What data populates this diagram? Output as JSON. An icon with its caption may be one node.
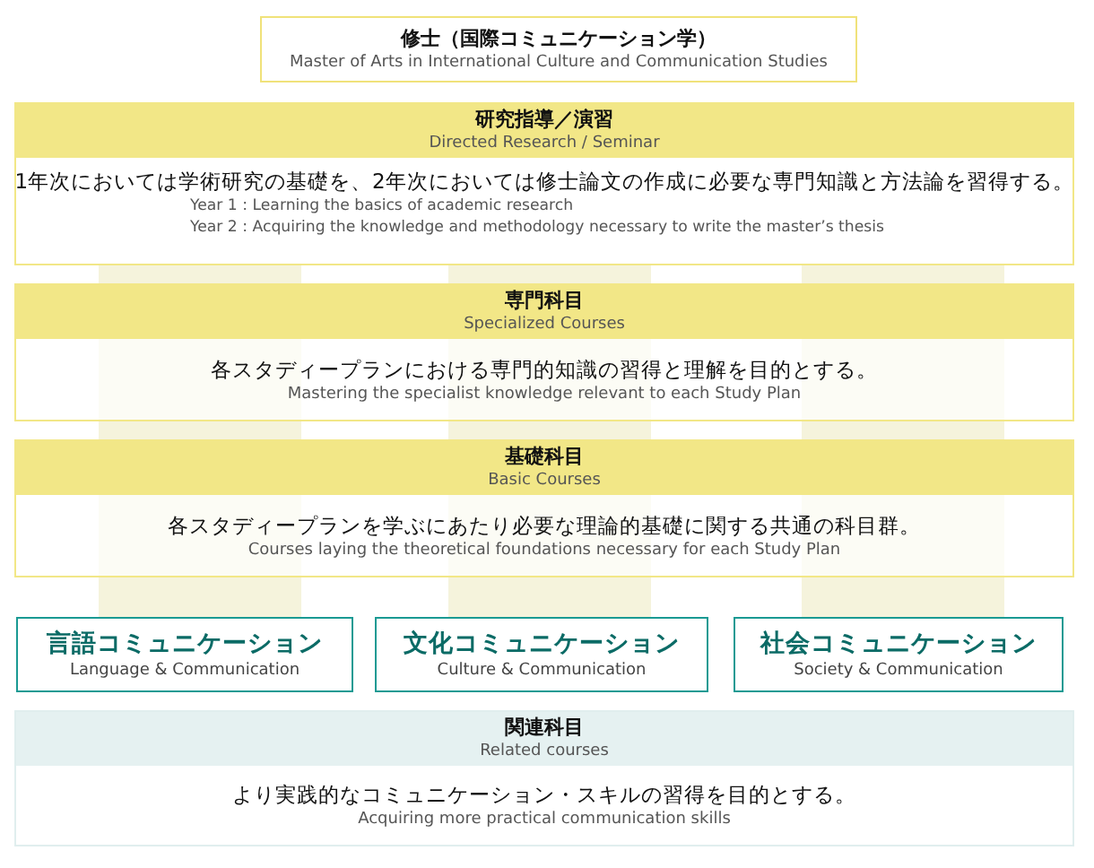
{
  "diagram": {
    "nodes": [
      {
        "text": [
          "修士（国際コミュニケーション学）",
          "Master of Arts in International Culture and Communication Studies"
        ]
      },
      {
        "text": [
          "研究指導／演習",
          "Directed Research / Seminar",
          "1年次においては学術研究の基礎を、2年次においては修士論文の作成に必要な専門知識と方法論を習得する。",
          "Year 1 : Learning the basics of academic research",
          "Year 2 : Acquiring the knowledge and methodology necessary to write the master’s thesis"
        ]
      },
      {
        "text": [
          "専門科目",
          "Specialized Courses",
          "各スタディープランにおける専門的知識の習得と理解を目的とする。",
          "Mastering the specialist knowledge relevant to each Study Plan"
        ]
      },
      {
        "text": [
          "基礎科目",
          "Basic Courses",
          "各スタディープランを学ぶにあたり必要な理論的基礎に関する共通の科目群。",
          "Courses laying the theoretical foundations necessary for each Study Plan"
        ]
      },
      {
        "text": [
          "言語コミュニケーション",
          "Language & Communication"
        ]
      },
      {
        "text": [
          "文化コミュニケーション",
          "Culture & Communication"
        ]
      },
      {
        "text": [
          "社会コミュニケーション",
          "Society & Communication"
        ]
      },
      {
        "text": [
          "関連科目",
          "Related courses",
          "より実践的なコミュニケーション・スキルの習得を目的とする。",
          "Acquiring more practical communication skills"
        ]
      }
    ]
  }
}
